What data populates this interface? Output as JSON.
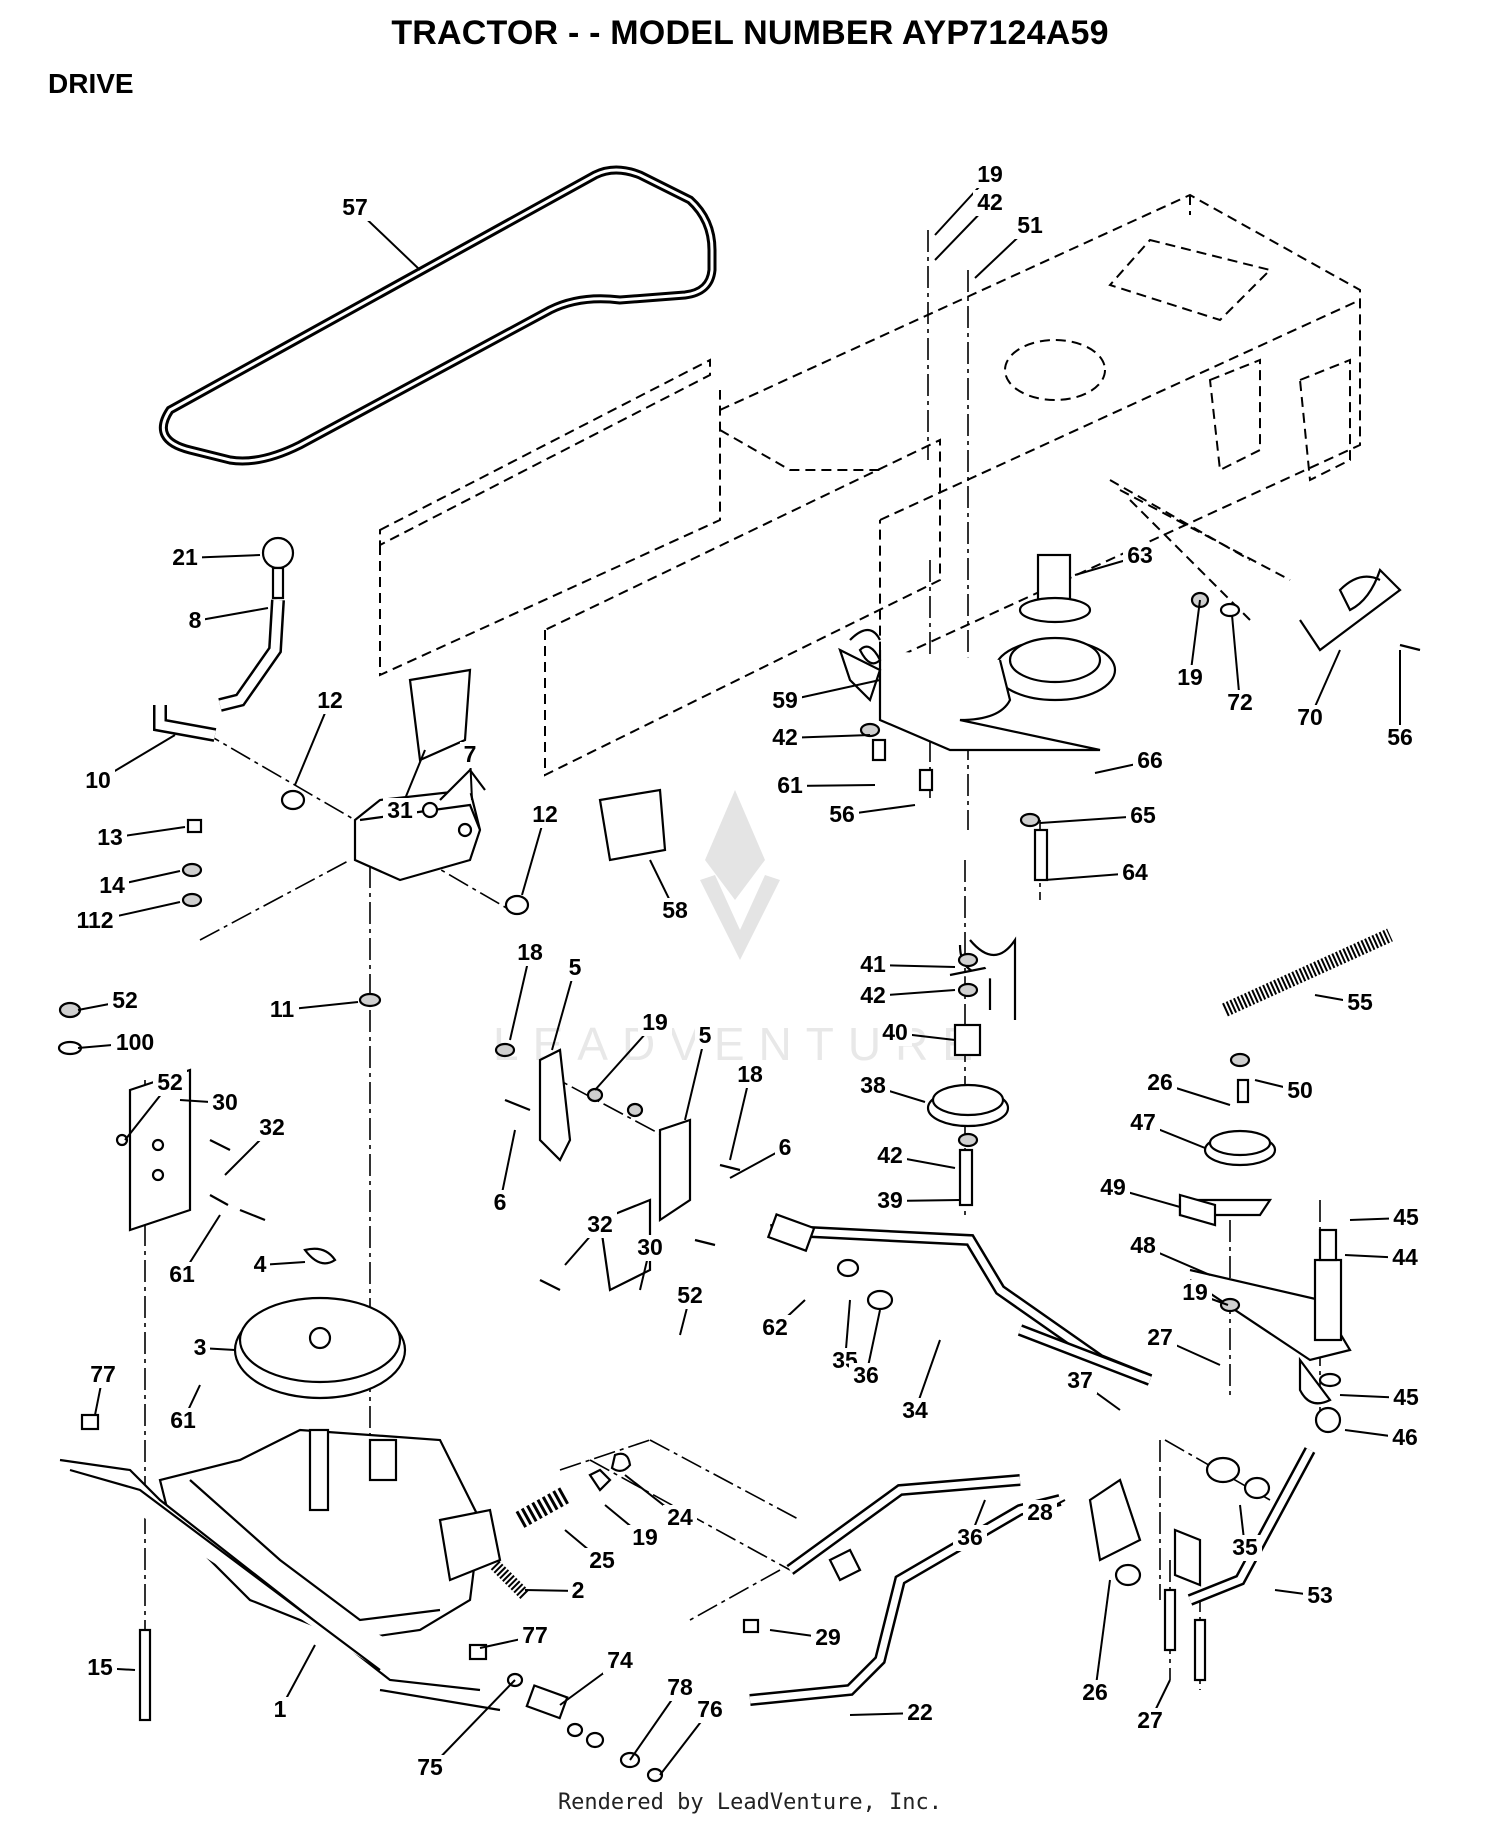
{
  "header": {
    "title": "TRACTOR - - MODEL NUMBER AYP7124A59",
    "section": "DRIVE"
  },
  "footer": {
    "credit": "Rendered by LeadVenture, Inc."
  },
  "watermark": {
    "text": "LEADVENTURE"
  },
  "colors": {
    "ink": "#000000",
    "watermark": "#e4e4e4",
    "background": "#ffffff"
  },
  "callouts": [
    {
      "n": "57"
    },
    {
      "n": "19"
    },
    {
      "n": "42"
    },
    {
      "n": "51"
    },
    {
      "n": "21"
    },
    {
      "n": "8"
    },
    {
      "n": "63"
    },
    {
      "n": "19"
    },
    {
      "n": "72"
    },
    {
      "n": "70"
    },
    {
      "n": "56"
    },
    {
      "n": "59"
    },
    {
      "n": "12"
    },
    {
      "n": "31"
    },
    {
      "n": "7"
    },
    {
      "n": "10"
    },
    {
      "n": "42"
    },
    {
      "n": "61"
    },
    {
      "n": "66"
    },
    {
      "n": "56"
    },
    {
      "n": "65"
    },
    {
      "n": "13"
    },
    {
      "n": "12"
    },
    {
      "n": "14"
    },
    {
      "n": "112"
    },
    {
      "n": "58"
    },
    {
      "n": "64"
    },
    {
      "n": "41"
    },
    {
      "n": "18"
    },
    {
      "n": "5"
    },
    {
      "n": "52"
    },
    {
      "n": "11"
    },
    {
      "n": "42"
    },
    {
      "n": "100"
    },
    {
      "n": "19"
    },
    {
      "n": "55"
    },
    {
      "n": "5"
    },
    {
      "n": "40"
    },
    {
      "n": "52"
    },
    {
      "n": "30"
    },
    {
      "n": "18"
    },
    {
      "n": "38"
    },
    {
      "n": "26"
    },
    {
      "n": "50"
    },
    {
      "n": "32"
    },
    {
      "n": "6"
    },
    {
      "n": "47"
    },
    {
      "n": "6"
    },
    {
      "n": "42"
    },
    {
      "n": "49"
    },
    {
      "n": "39"
    },
    {
      "n": "45"
    },
    {
      "n": "61"
    },
    {
      "n": "4"
    },
    {
      "n": "32"
    },
    {
      "n": "30"
    },
    {
      "n": "48"
    },
    {
      "n": "44"
    },
    {
      "n": "52"
    },
    {
      "n": "19"
    },
    {
      "n": "62"
    },
    {
      "n": "35"
    },
    {
      "n": "36"
    },
    {
      "n": "3"
    },
    {
      "n": "27"
    },
    {
      "n": "61"
    },
    {
      "n": "34"
    },
    {
      "n": "45"
    },
    {
      "n": "77"
    },
    {
      "n": "37"
    },
    {
      "n": "46"
    },
    {
      "n": "24"
    },
    {
      "n": "19"
    },
    {
      "n": "28"
    },
    {
      "n": "36"
    },
    {
      "n": "35"
    },
    {
      "n": "25"
    },
    {
      "n": "53"
    },
    {
      "n": "2"
    },
    {
      "n": "29"
    },
    {
      "n": "77"
    },
    {
      "n": "74"
    },
    {
      "n": "26"
    },
    {
      "n": "15"
    },
    {
      "n": "1"
    },
    {
      "n": "78"
    },
    {
      "n": "76"
    },
    {
      "n": "22"
    },
    {
      "n": "27"
    },
    {
      "n": "75"
    }
  ]
}
